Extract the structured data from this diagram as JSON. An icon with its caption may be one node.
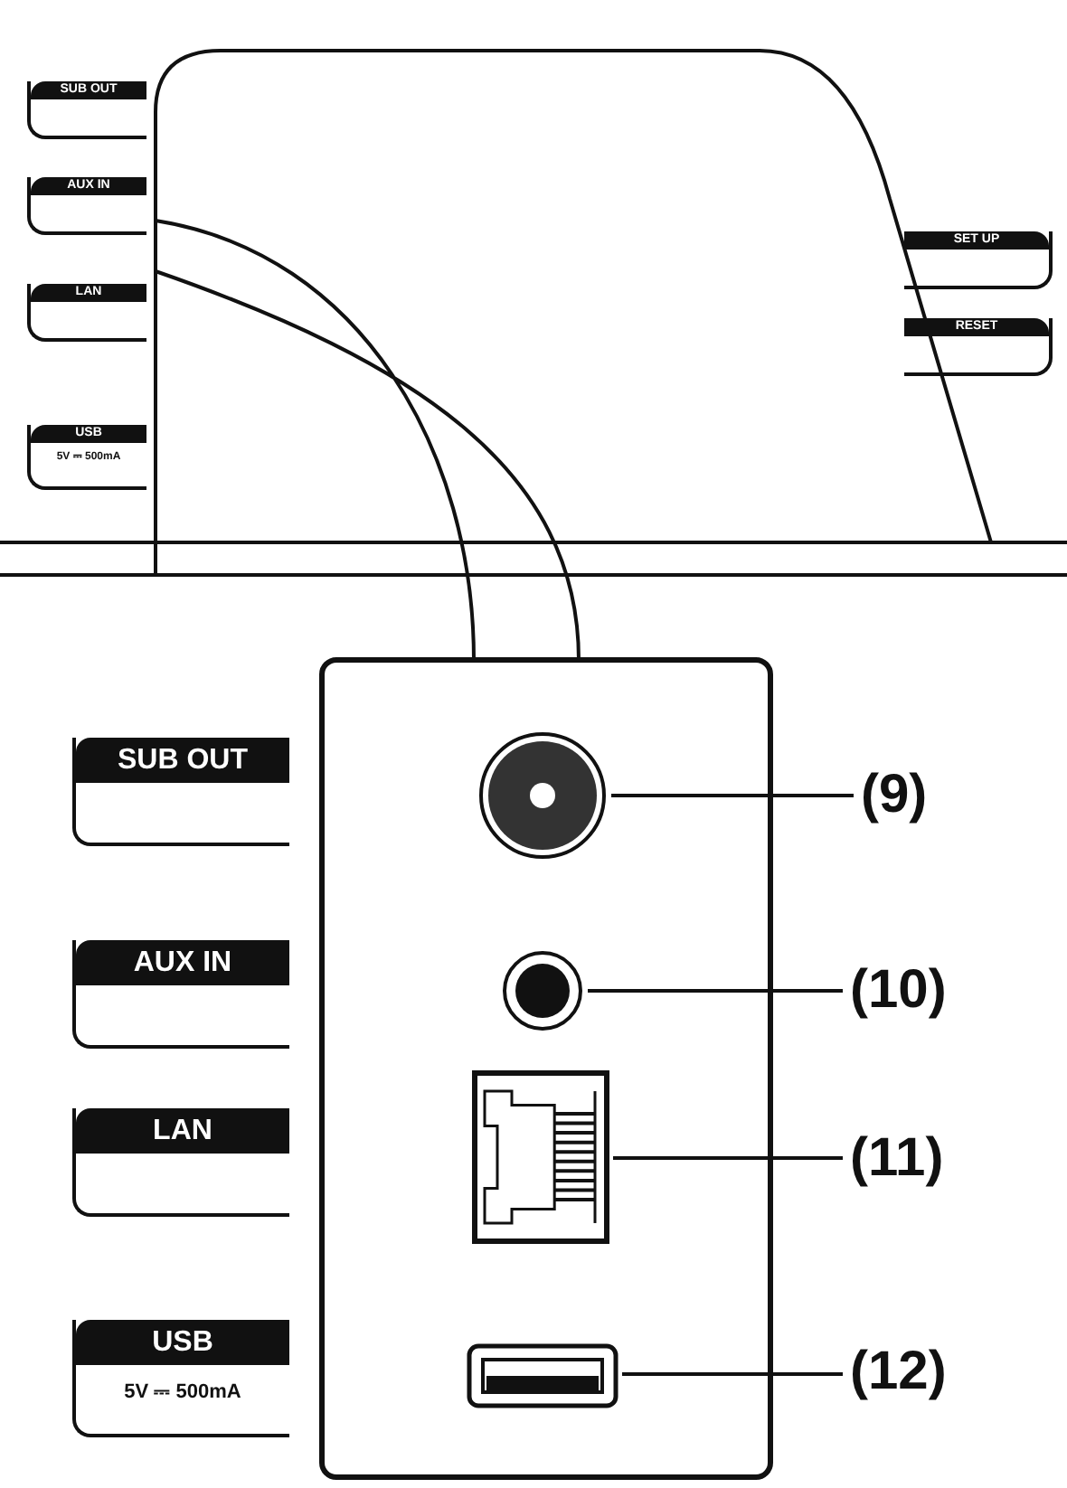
{
  "diagram": {
    "nodes": [
      {
        "text": [
          "(9)"
        ]
      },
      {
        "text": [],
        "shape": "circle"
      },
      {
        "text": [
          "(10)"
        ]
      },
      {
        "text": [],
        "shape": "circle"
      },
      {
        "text": [
          "(11)"
        ]
      },
      {
        "text": [],
        "shape": "box"
      },
      {
        "text": [
          "(12)"
        ]
      },
      {
        "text": [],
        "shape": "box"
      }
    ],
    "edges": [
      {
        "from": 0,
        "to": 1,
        "arrow": "none"
      },
      {
        "from": 2,
        "to": 3,
        "arrow": "none"
      },
      {
        "from": 4,
        "to": 5,
        "arrow": "none"
      },
      {
        "from": 6,
        "to": 7,
        "arrow": "none"
      }
    ],
    "labels": [
      "SUB OUT",
      "AUX IN",
      "LAN",
      "USB",
      "5V ⎓ 500mA",
      "SET UP",
      "RESET",
      "SUB OUT",
      "AUX IN",
      "LAN",
      "USB",
      "5V ⎓ 500mA"
    ]
  }
}
